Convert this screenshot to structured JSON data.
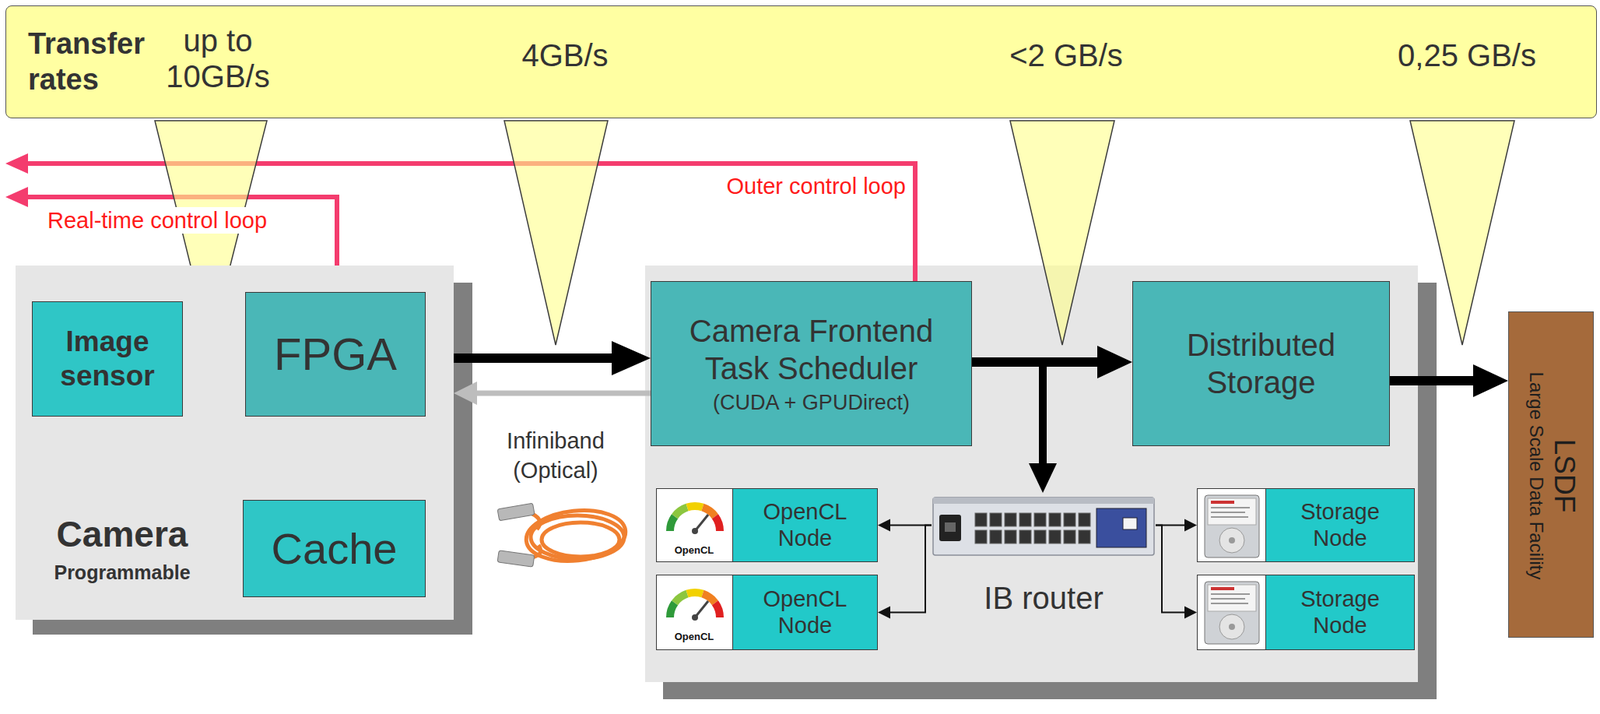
{
  "diagram": {
    "nodes": [
      {
        "text": [
          "Transfer rates",
          "up to 10GB/s",
          "4GB/s",
          "<2 GB/s",
          "0,25 GB/s"
        ]
      },
      {
        "text": [
          "Camera",
          "Programmable"
        ]
      },
      {
        "text": [
          "Image sensor"
        ],
        "in": 1
      },
      {
        "text": [
          "FPGA"
        ],
        "in": 1
      },
      {
        "text": [
          "Cache"
        ],
        "in": 1
      },
      {
        "text": [
          "Camera Frontend Task Scheduler",
          "(CUDA + GPUDirect)"
        ]
      },
      {
        "text": [
          "Distributed Storage"
        ]
      },
      {
        "text": [
          "LSDF",
          "Large Scale Data Facility"
        ]
      },
      {
        "text": [
          "OpenCL Node"
        ]
      },
      {
        "text": [
          "IB router"
        ]
      },
      {
        "text": [
          "Storage Node"
        ]
      },
      {
        "text": [
          "OpenCL Node"
        ]
      },
      {
        "text": [
          "Storage Node"
        ]
      }
    ],
    "edges": [
      {
        "from": 2,
        "to": 3,
        "arrow": "to"
      },
      {
        "from": 3,
        "to": 2,
        "arrow": "to"
      },
      {
        "from": 3,
        "to": 4,
        "arrow": "both"
      },
      {
        "from": 3,
        "to": 4,
        "arrow": "both"
      },
      {
        "from": 3,
        "to": 4,
        "arrow": "both"
      },
      {
        "from": 3,
        "to": 4,
        "arrow": "both"
      },
      {
        "from": 1,
        "to": 5,
        "arrow": "to"
      },
      {
        "from": 5,
        "to": 1,
        "arrow": "to"
      },
      {
        "from": 5,
        "to": 6,
        "arrow": "to"
      },
      {
        "from": 5,
        "to": 9,
        "arrow": "to"
      },
      {
        "from": 6,
        "to": 7,
        "arrow": "to"
      },
      {
        "from": 9,
        "to": 8,
        "arrow": "to"
      },
      {
        "from": 9,
        "to": 11,
        "arrow": "to"
      },
      {
        "from": 9,
        "to": 10,
        "arrow": "to"
      },
      {
        "from": 9,
        "to": 12,
        "arrow": "to"
      }
    ],
    "labels": [
      "Outer control loop",
      "Real-time control loop",
      "Infiniband (Optical)",
      "OpenCL",
      "OpenCL"
    ]
  }
}
